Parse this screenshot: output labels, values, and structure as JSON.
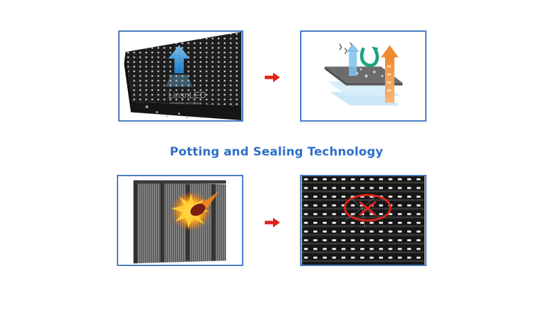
{
  "title": "Potting and Sealing Technology",
  "watermark": {
    "brand": "LinsnLED",
    "tagline": "Innovation & Solution"
  },
  "colors": {
    "frame": "#4a7cc4",
    "title": "#2e6fc8",
    "arrow": "#e2231a",
    "module": "#1c1c1c",
    "led": "#e9e9e9"
  },
  "icons": {
    "process_arrow": "arrow-right-icon",
    "not_allowed": "cross-circle-icon"
  }
}
